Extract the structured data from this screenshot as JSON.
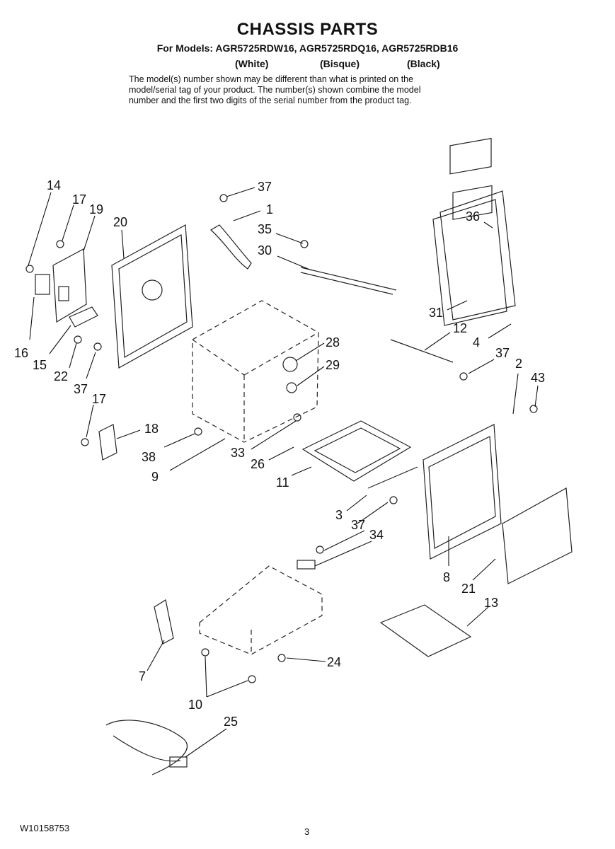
{
  "header": {
    "title": "CHASSIS PARTS",
    "models_line": "For Models: AGR5725RDW16, AGR5725RDQ16, AGR5725RDB16",
    "colors": [
      "(White)",
      "(Bisque)",
      "(Black)"
    ],
    "note_lines": [
      "The model(s) number shown may be different than what is printed on the",
      "model/serial tag of your product. The number(s) shown combine the model",
      "number and the first two digits of the serial number from the product tag."
    ]
  },
  "callouts": [
    "14",
    "17",
    "19",
    "20",
    "37",
    "1",
    "35",
    "30",
    "36",
    "31",
    "12",
    "4",
    "37",
    "2",
    "43",
    "16",
    "15",
    "22",
    "37",
    "17",
    "28",
    "29",
    "18",
    "38",
    "9",
    "33",
    "26",
    "11",
    "3",
    "37",
    "34",
    "8",
    "21",
    "13",
    "7",
    "24",
    "10",
    "25"
  ],
  "footer": {
    "doc_number": "W10158753",
    "page_number": "3"
  },
  "icons": [
    "chassis-diagram"
  ]
}
